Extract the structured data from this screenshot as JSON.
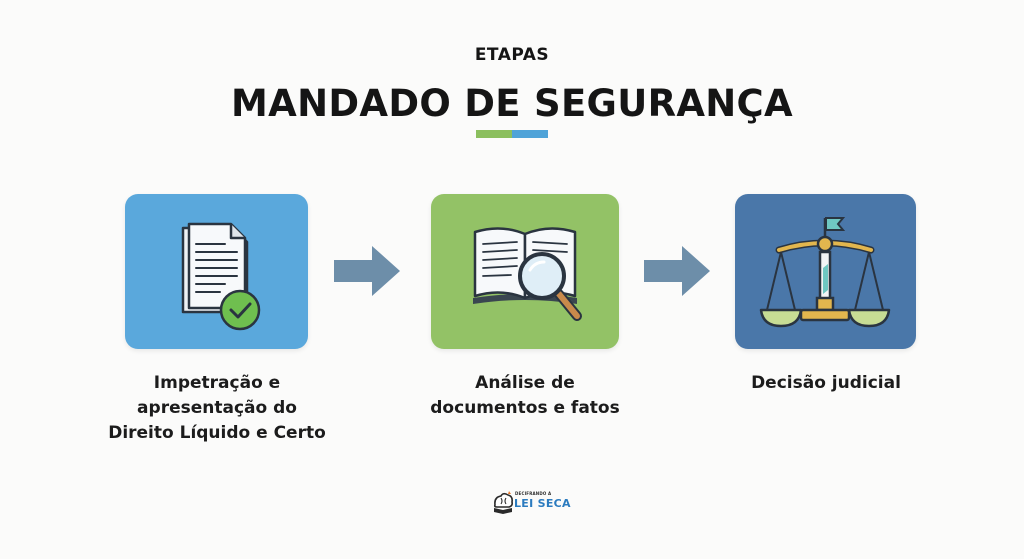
{
  "header": {
    "kicker": "ETAPAS",
    "title": "MANDADO DE SEGURANÇA"
  },
  "colors": {
    "accent_green": "#8bbf5e",
    "accent_blue": "#4fa3d8",
    "card_1": "#5aa8dc",
    "card_2": "#93c266",
    "card_3": "#4a77a9",
    "arrow": "#6d8ea9",
    "check_green": "#6fbf4f"
  },
  "steps": [
    {
      "icon": "document-check-icon",
      "label_lines": [
        "Impetração e",
        "apresentação do",
        "Direito Líquido e Certo"
      ]
    },
    {
      "icon": "book-magnifier-icon",
      "label_lines": [
        "Análise de",
        "documentos e fatos"
      ]
    },
    {
      "icon": "justice-scale-icon",
      "label_lines": [
        "Decisão judicial"
      ]
    }
  ],
  "footer": {
    "logo_small": "DECIFRANDO A",
    "logo_big": "LEI SECA"
  }
}
